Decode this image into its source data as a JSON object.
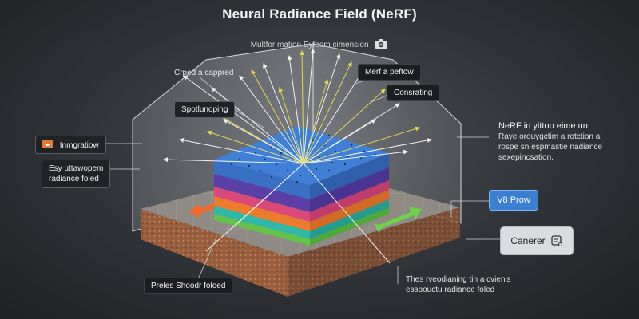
{
  "title": "Neural Radiance Field (NeRF)",
  "subtitle": "Multfor mation Eyfeom cimension",
  "labels": {
    "top_left": "Crped a cappred",
    "top_right": "Merf a peftow",
    "left_box": "Spotlunoping",
    "right_box": "Consrating",
    "left_badge": "Inmgratiow",
    "left_note_1": "Esy uttawopem",
    "left_note_2": "radiance foled",
    "right_note_1": "NeRF in yittoo eime un",
    "right_note_2": "Raye orouygctim a rotction a",
    "right_note_3": "rospe sn espmastie nadiance",
    "right_note_4": "sexepincsation.",
    "bottom_left": "Preles Shoodr foloed",
    "bottom_right_1": "Thes rveodianing tin a cvien's",
    "bottom_right_2": "esspouctu radiance foled"
  },
  "buttons": {
    "blue": "V8 Prow",
    "grey": "Canerer"
  },
  "icons": [
    "camera-icon",
    "image-icon",
    "document-icon"
  ],
  "colors": {
    "top_layer": "#3f7fd6",
    "layer_purple": "#5a3fa6",
    "layer_pink": "#d94a7a",
    "layer_orange": "#ec7b2e",
    "layer_teal": "#2fb8a8",
    "layer_green": "#62c24a",
    "ground": "#a0674a",
    "ray_yellow": "#e7dc55",
    "ray_white": "#ffffff"
  }
}
